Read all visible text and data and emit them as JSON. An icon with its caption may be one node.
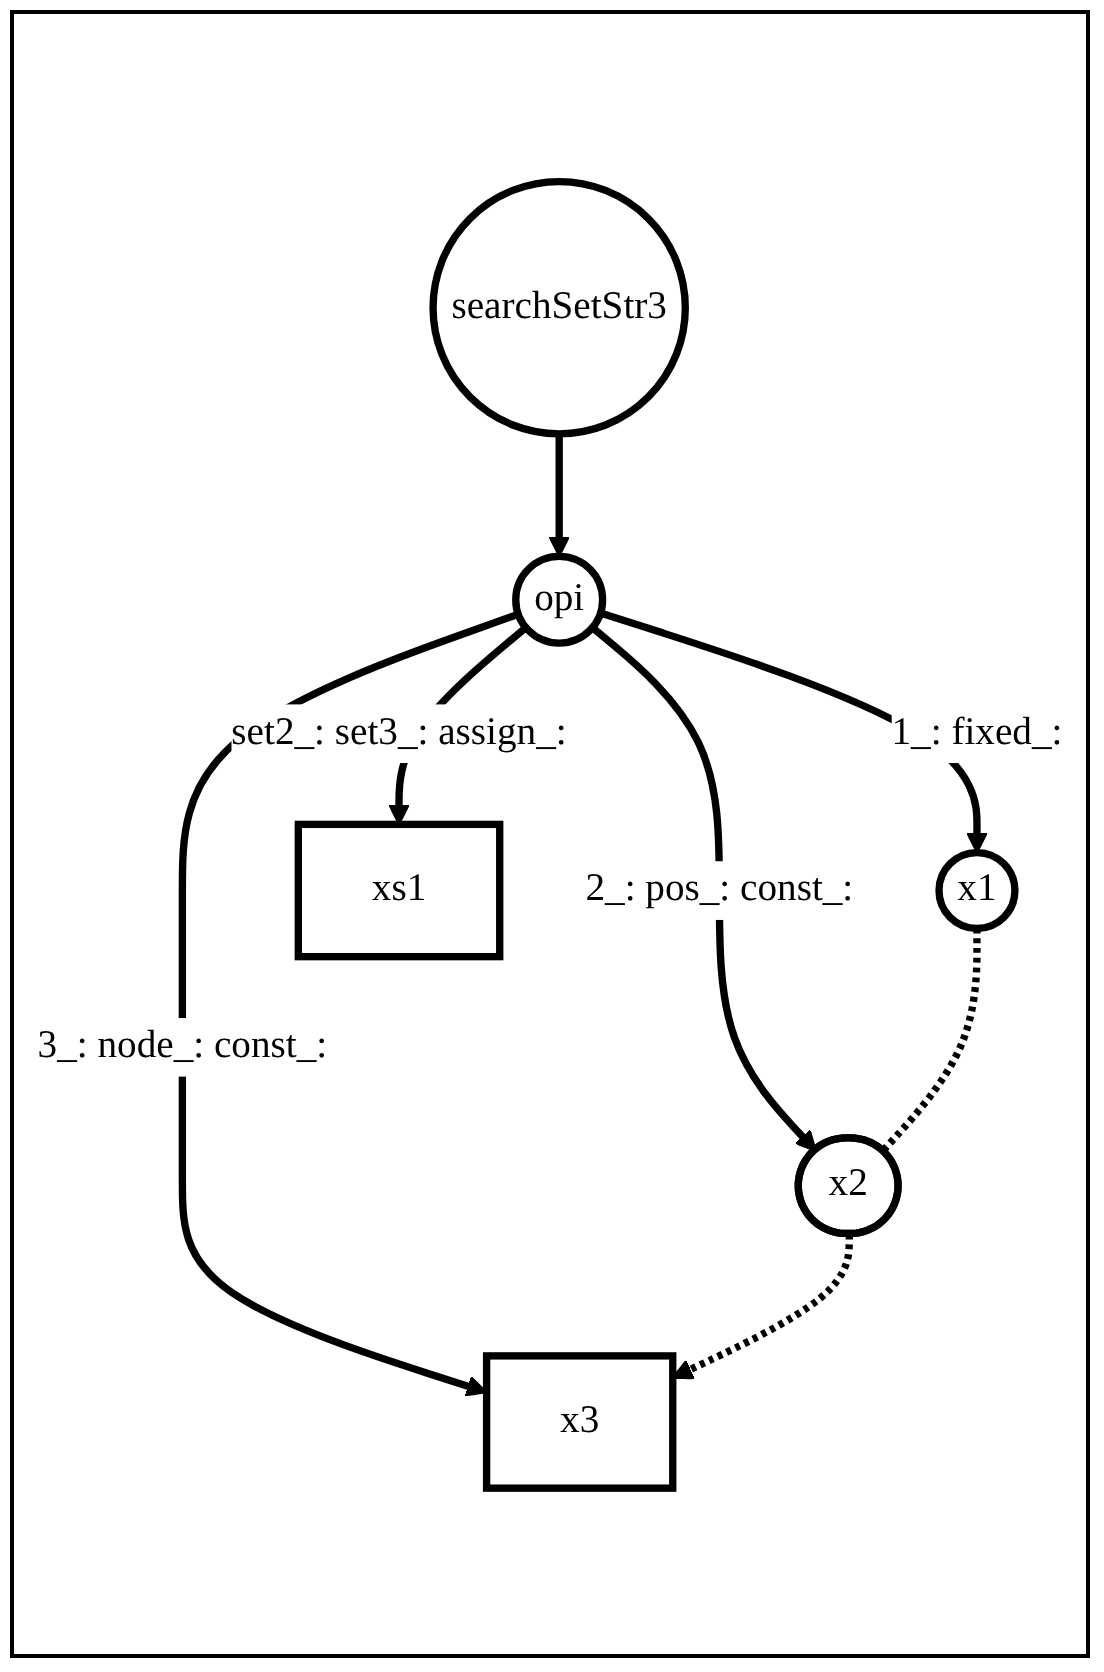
{
  "diagram": {
    "nodes": [
      {
        "text": [
          "searchSetStr3"
        ]
      },
      {
        "text": [
          "opi"
        ]
      },
      {
        "text": [
          "x1"
        ]
      },
      {
        "text": [
          "x2"
        ]
      },
      {
        "text": [
          "x3"
        ]
      },
      {
        "text": [
          "xs1"
        ]
      }
    ],
    "edges": [
      {
        "from": 0,
        "to": 1,
        "arrow": "to"
      },
      {
        "from": 1,
        "to": 2,
        "arrow": "to",
        "label": "1_: fixed_:"
      },
      {
        "from": 1,
        "to": 3,
        "arrow": "to",
        "label": "2_: pos_: const_:"
      },
      {
        "from": 1,
        "to": 4,
        "arrow": "to",
        "label": "3_: node_: const_:"
      },
      {
        "from": 1,
        "to": 5,
        "arrow": "to",
        "label": "set2_: set3_: assign_:"
      },
      {
        "from": 2,
        "to": 3,
        "arrow": "none",
        "style": "dashed"
      },
      {
        "from": 3,
        "to": 4,
        "arrow": "to",
        "style": "dashed"
      }
    ]
  }
}
